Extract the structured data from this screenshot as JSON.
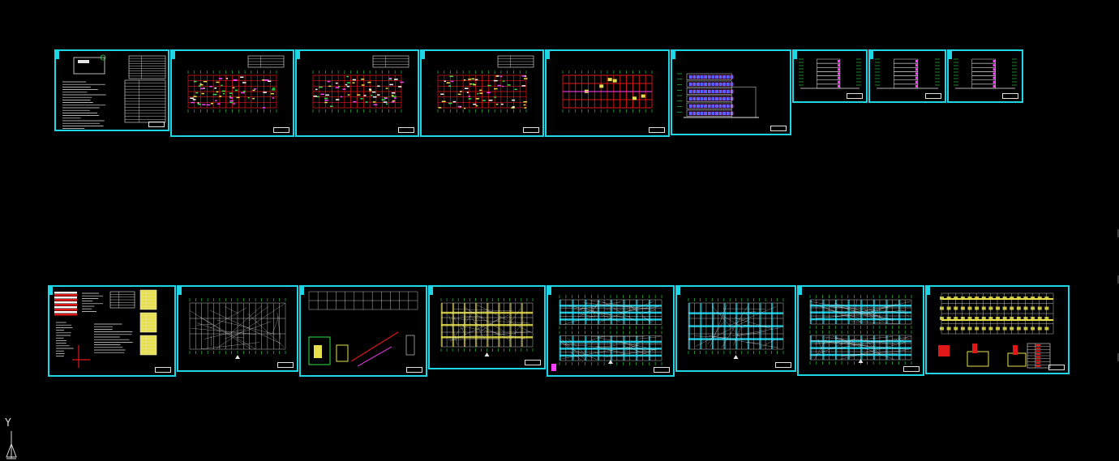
{
  "canvas": {
    "background": "#000000",
    "frame_color": "#1fd6e6"
  },
  "ucs": {
    "axis_label": "Y",
    "icon": "ucs-axis-icon"
  },
  "sheets_row1": [
    {
      "id": "s1",
      "kind": "cover-notes"
    },
    {
      "id": "s2",
      "kind": "plan-red"
    },
    {
      "id": "s3",
      "kind": "plan-red"
    },
    {
      "id": "s4",
      "kind": "plan-red"
    },
    {
      "id": "s5",
      "kind": "plan-red-light"
    },
    {
      "id": "s6",
      "kind": "elevation"
    },
    {
      "id": "s7",
      "kind": "section"
    },
    {
      "id": "s8",
      "kind": "section"
    },
    {
      "id": "s9",
      "kind": "section"
    }
  ],
  "sheets_row2": [
    {
      "id": "t1",
      "kind": "structure-notes"
    },
    {
      "id": "t2",
      "kind": "grid-white"
    },
    {
      "id": "t3",
      "kind": "stair-detail"
    },
    {
      "id": "t4",
      "kind": "grid-yellow"
    },
    {
      "id": "t5",
      "kind": "grid-cyan-double"
    },
    {
      "id": "t6",
      "kind": "grid-cyan"
    },
    {
      "id": "t7",
      "kind": "grid-cyan-double-2"
    },
    {
      "id": "t8",
      "kind": "foundation"
    }
  ]
}
